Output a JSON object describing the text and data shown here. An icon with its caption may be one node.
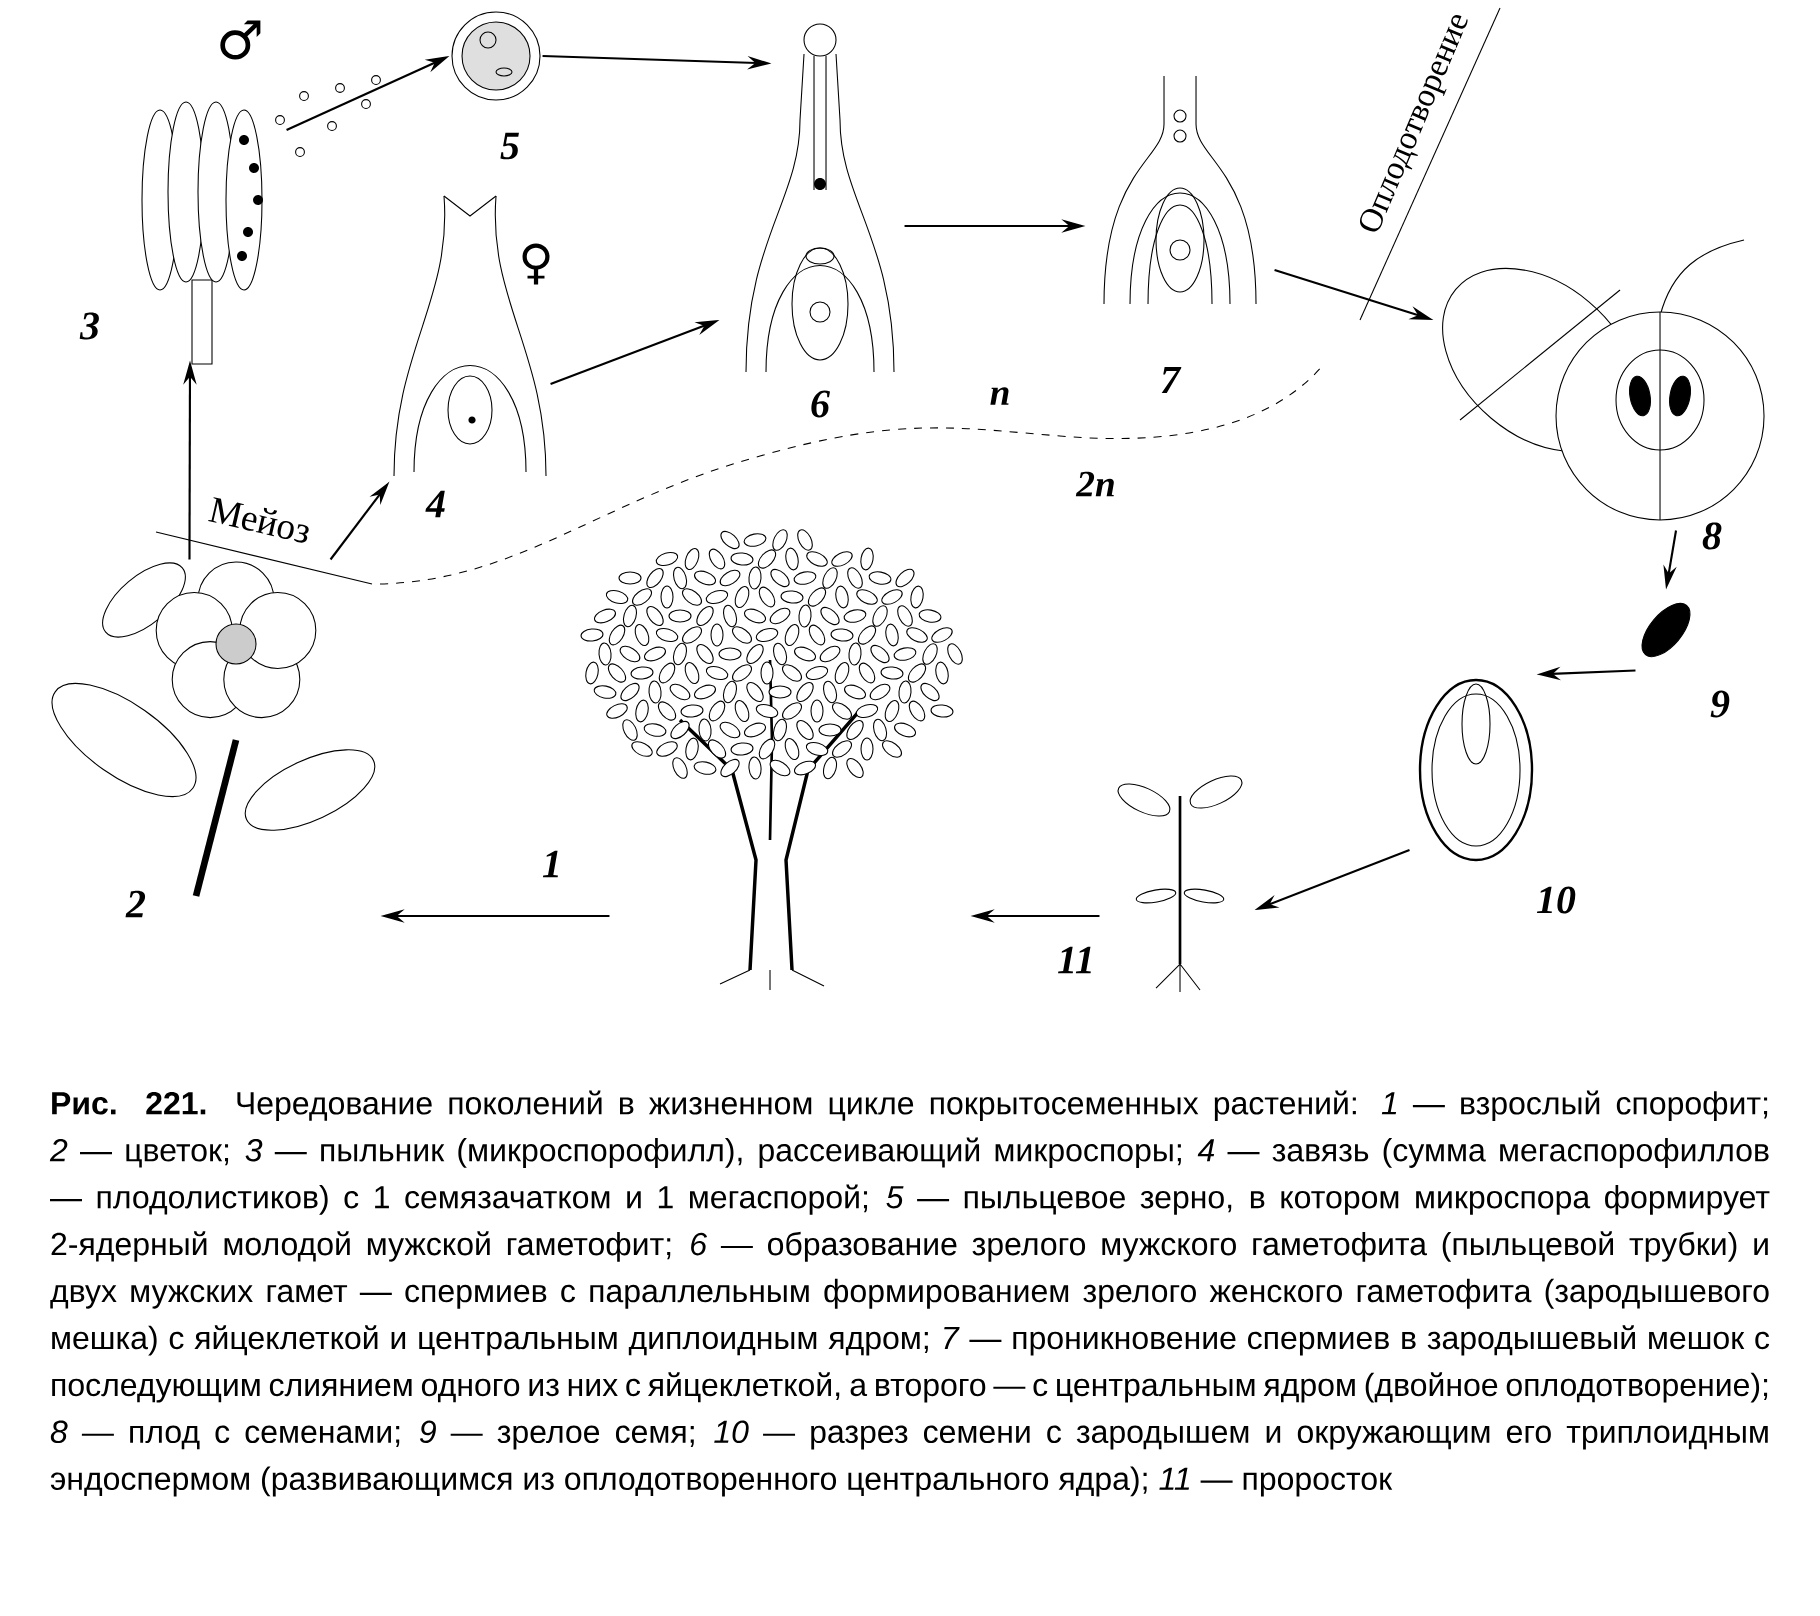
{
  "diagram": {
    "caption": "**Рис. 221.** Чередование поколений в жизненном цикле покрытосеменных растений: *1* — взрослый спорофит; *2* — цветок; *3* — пыльник (микроспорофилл), рассеивающий микроспоры; *4* — завязь (сумма мегаспорофиллов — плодолистиков) с 1 семязачатком и 1 мегаспорой; *5* — пыльцевое зерно, в котором микроспора формирует 2-ядерный молодой мужской гаметофит; *6* — образование зрелого мужского гаметофита (пыльцевой трубки) и двух мужских гамет — спермиев с параллельным формированием зрелого женского гаметофита (зародышевого мешка) с яйцеклеткой и центральным диплоидным ядром; *7* — проникновение спермиев в зародышевый мешок с последующим слиянием одного из них с яйцеклеткой, а второго — с центральным ядром (двойное оплодотворение); *8* — плод с семенами; *9* — зрелое семя; *10* — разрез семени с зародышем и окружающим его триплоидным эндоспермом (развивающимся из оплодотворенного центрального ядра); *11* — проросток",
    "nodes": [
      {
        "text": [],
        "shape": "picture",
        "beside": [
          "1"
        ]
      },
      {
        "text": [],
        "shape": "picture",
        "beside": [
          "2"
        ]
      },
      {
        "text": [],
        "shape": "picture",
        "beside": [
          "3"
        ]
      },
      {
        "text": [],
        "shape": "picture",
        "beside": [
          "4"
        ]
      },
      {
        "text": [],
        "shape": "picture",
        "beside": [
          "5"
        ]
      },
      {
        "text": [],
        "shape": "picture",
        "beside": [
          "6"
        ]
      },
      {
        "text": [],
        "shape": "picture",
        "beside": [
          "7"
        ]
      },
      {
        "text": [],
        "shape": "picture",
        "beside": [
          "8"
        ]
      },
      {
        "text": [],
        "shape": "picture",
        "beside": [
          "9"
        ]
      },
      {
        "text": [],
        "shape": "picture",
        "beside": [
          "10"
        ]
      },
      {
        "text": [],
        "shape": "picture",
        "beside": [
          "11"
        ]
      }
    ],
    "edges": [
      {
        "from": 1,
        "to": 2,
        "arrow": "to"
      },
      {
        "from": 1,
        "to": 3,
        "arrow": "to"
      },
      {
        "from": 2,
        "to": 4,
        "arrow": "to"
      },
      {
        "from": 4,
        "to": 5,
        "arrow": "to"
      },
      {
        "from": 3,
        "to": 5,
        "arrow": "to"
      },
      {
        "from": 5,
        "to": 6,
        "arrow": "to"
      },
      {
        "from": 6,
        "to": 7,
        "arrow": "to"
      },
      {
        "from": 7,
        "to": 8,
        "arrow": "to"
      },
      {
        "from": 8,
        "to": 9,
        "arrow": "to"
      },
      {
        "from": 9,
        "to": 10,
        "arrow": "to"
      },
      {
        "from": 10,
        "to": 0,
        "arrow": "to"
      },
      {
        "from": 0,
        "to": 1,
        "arrow": "to"
      }
    ],
    "labels": [
      "♂",
      "Мейоз",
      "♀",
      "n",
      "Оплодотворение",
      "2n"
    ]
  }
}
